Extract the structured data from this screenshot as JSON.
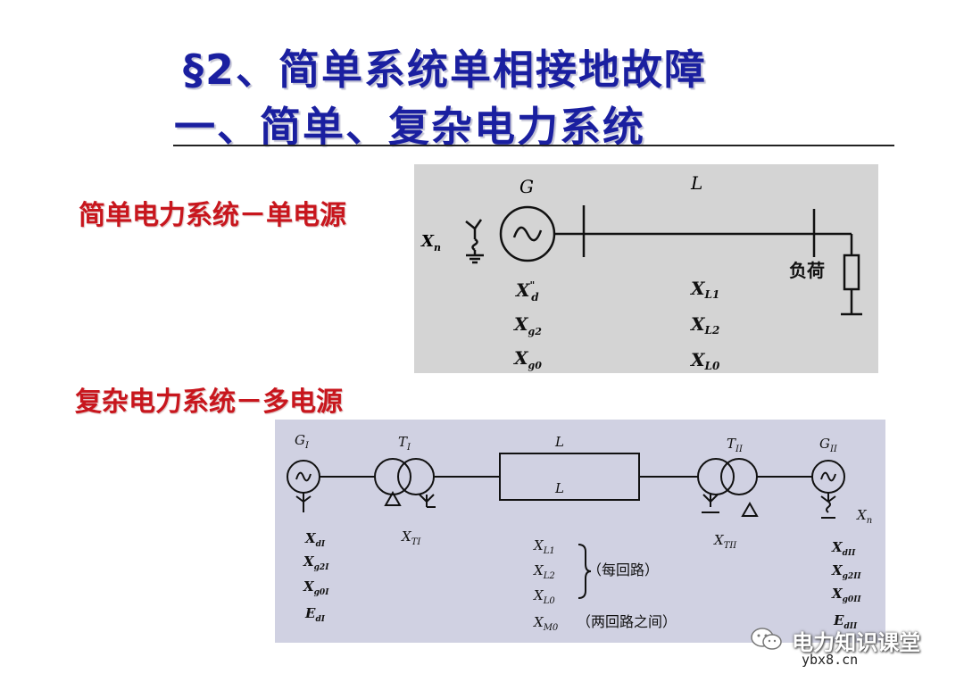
{
  "title_line1": "§2、简单系统单相接地故障",
  "title_line2": "一、简单、复杂电力系统",
  "simple_label": "简单电力系统－单电源",
  "complex_label": "复杂电力系统－多电源",
  "simple_diagram": {
    "generator": "G",
    "line": "L",
    "xn": "X",
    "xn_sub": "n",
    "load": "负荷",
    "gen_params": [
      "X",
      "X",
      "X"
    ],
    "gen_param_subs": [
      "d",
      "g2",
      "g0"
    ],
    "gen_param_sup": "\"",
    "line_params": [
      "X",
      "X",
      "X"
    ],
    "line_param_subs": [
      "L1",
      "L2",
      "L0"
    ]
  },
  "complex_diagram": {
    "g1": "G",
    "g1_sub": "I",
    "t1": "T",
    "t1_sub": "I",
    "line_top": "L",
    "line_bottom": "L",
    "t2": "T",
    "t2_sub": "II",
    "g2": "G",
    "g2_sub": "II",
    "xn": "X",
    "xn_sub": "n",
    "xt1": "X",
    "xt1_sub": "TI",
    "xt2": "X",
    "xt2_sub": "TII",
    "g1_params": [
      "X",
      "X",
      "X",
      "E"
    ],
    "g1_param_subs": [
      "dI",
      "g2I",
      "g0I",
      "dI"
    ],
    "g2_params": [
      "X",
      "X",
      "X",
      "E"
    ],
    "g2_param_subs": [
      "dII",
      "g2II",
      "g0II",
      "dII"
    ],
    "line_params": [
      "X",
      "X",
      "X"
    ],
    "line_param_subs": [
      "L1",
      "L2",
      "L0"
    ],
    "per_loop": "（每回路）",
    "xm": "X",
    "xm_sub": "M0",
    "between_loops": "（两回路之间）"
  },
  "watermark": {
    "name": "电力知识课堂",
    "url": "ybx8.cn",
    "icon": "wechat-icon"
  }
}
